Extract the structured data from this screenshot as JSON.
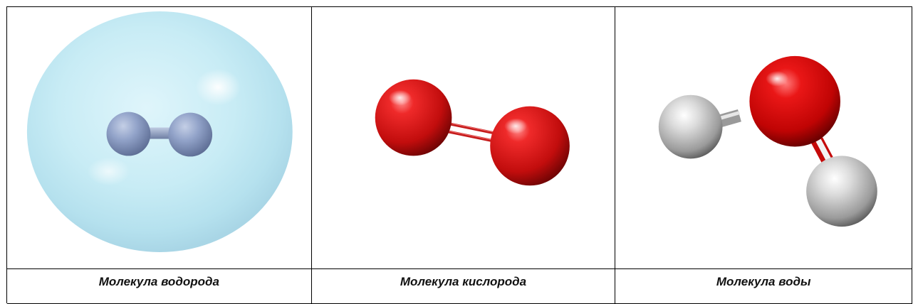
{
  "figures": [
    {
      "molecule": "hydrogen",
      "caption": "Молекула водорода",
      "colors": {
        "cloud": "#c9eef6",
        "atom": "#8e9fc7"
      }
    },
    {
      "molecule": "oxygen",
      "caption": "Молекула кислорода",
      "colors": {
        "atom": "#d31414",
        "bond": "#c41a1a"
      }
    },
    {
      "molecule": "water",
      "caption": "Молекула воды",
      "colors": {
        "oxygen": "#d50a0a",
        "hydrogen": "#b9b9b9"
      }
    }
  ]
}
